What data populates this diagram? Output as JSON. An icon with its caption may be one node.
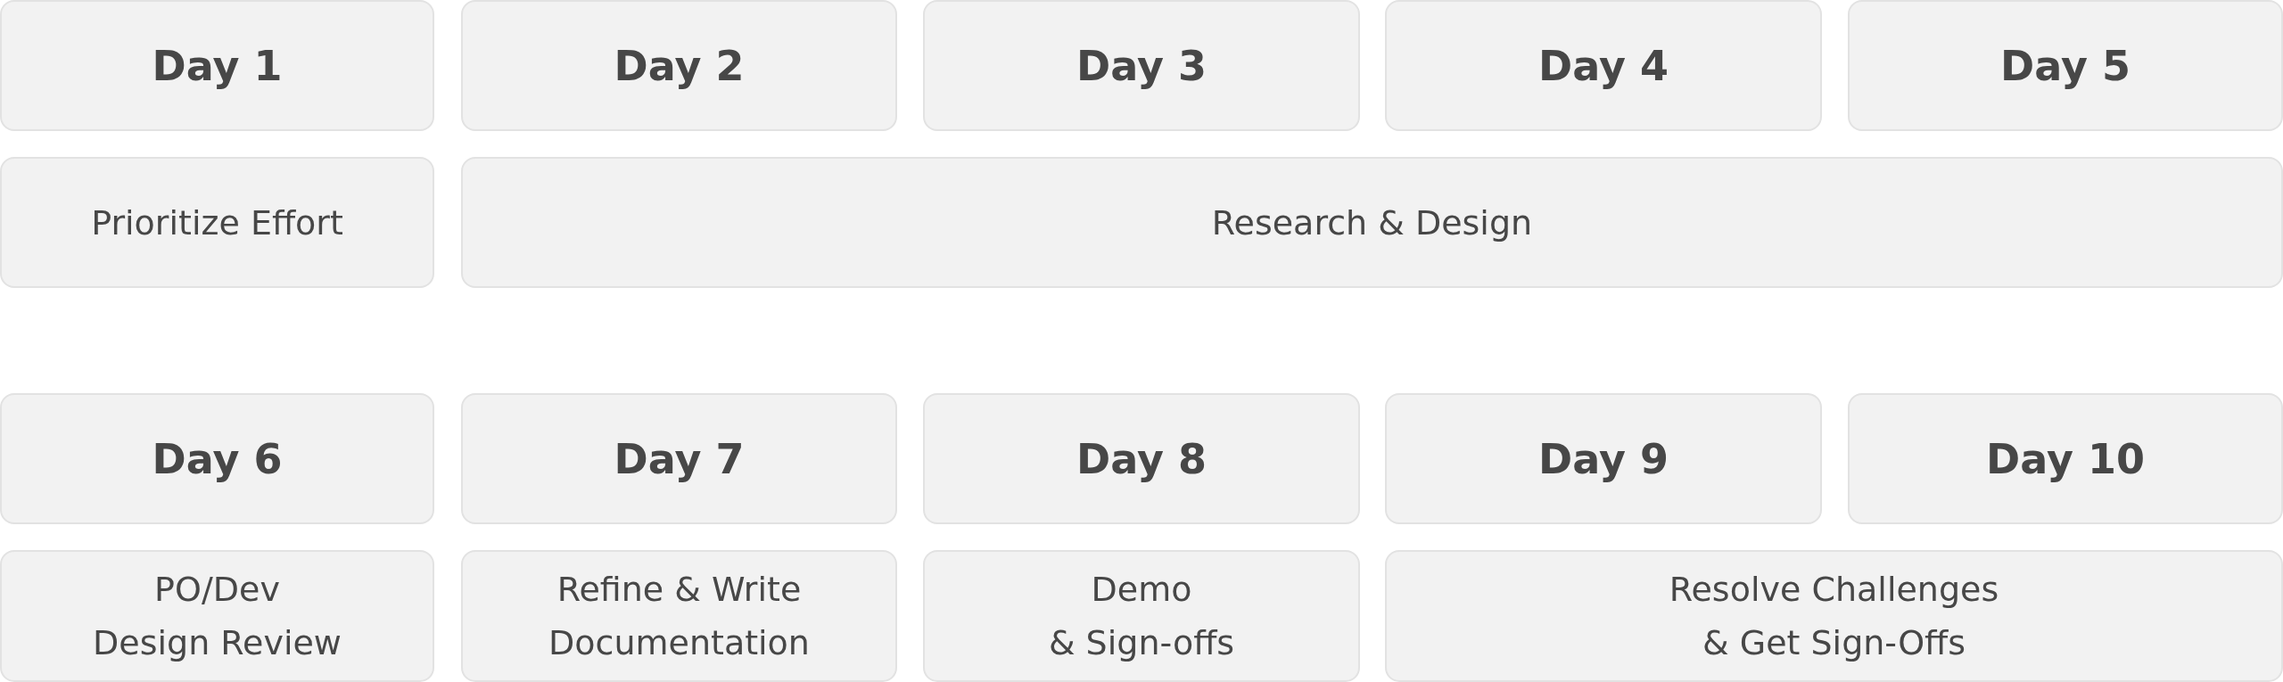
{
  "diagram": {
    "nodes": [
      {
        "text": [
          "Day 1"
        ]
      },
      {
        "text": [
          "Day 2"
        ]
      },
      {
        "text": [
          "Day 3"
        ]
      },
      {
        "text": [
          "Day 4"
        ]
      },
      {
        "text": [
          "Day 5"
        ]
      },
      {
        "text": [
          "Prioritize Effort"
        ]
      },
      {
        "text": [
          "Research & Design"
        ]
      },
      {
        "text": [
          "Day 6"
        ]
      },
      {
        "text": [
          "Day 7"
        ]
      },
      {
        "text": [
          "Day 8"
        ]
      },
      {
        "text": [
          "Day 9"
        ]
      },
      {
        "text": [
          "Day 10"
        ]
      },
      {
        "text": [
          "PO/Dev Design Review"
        ]
      },
      {
        "text": [
          "Refine & Write Documentation"
        ]
      },
      {
        "text": [
          "Demo & Sign-offs"
        ]
      },
      {
        "text": [
          "Resolve Challenges & Get Sign-Offs"
        ]
      }
    ]
  }
}
